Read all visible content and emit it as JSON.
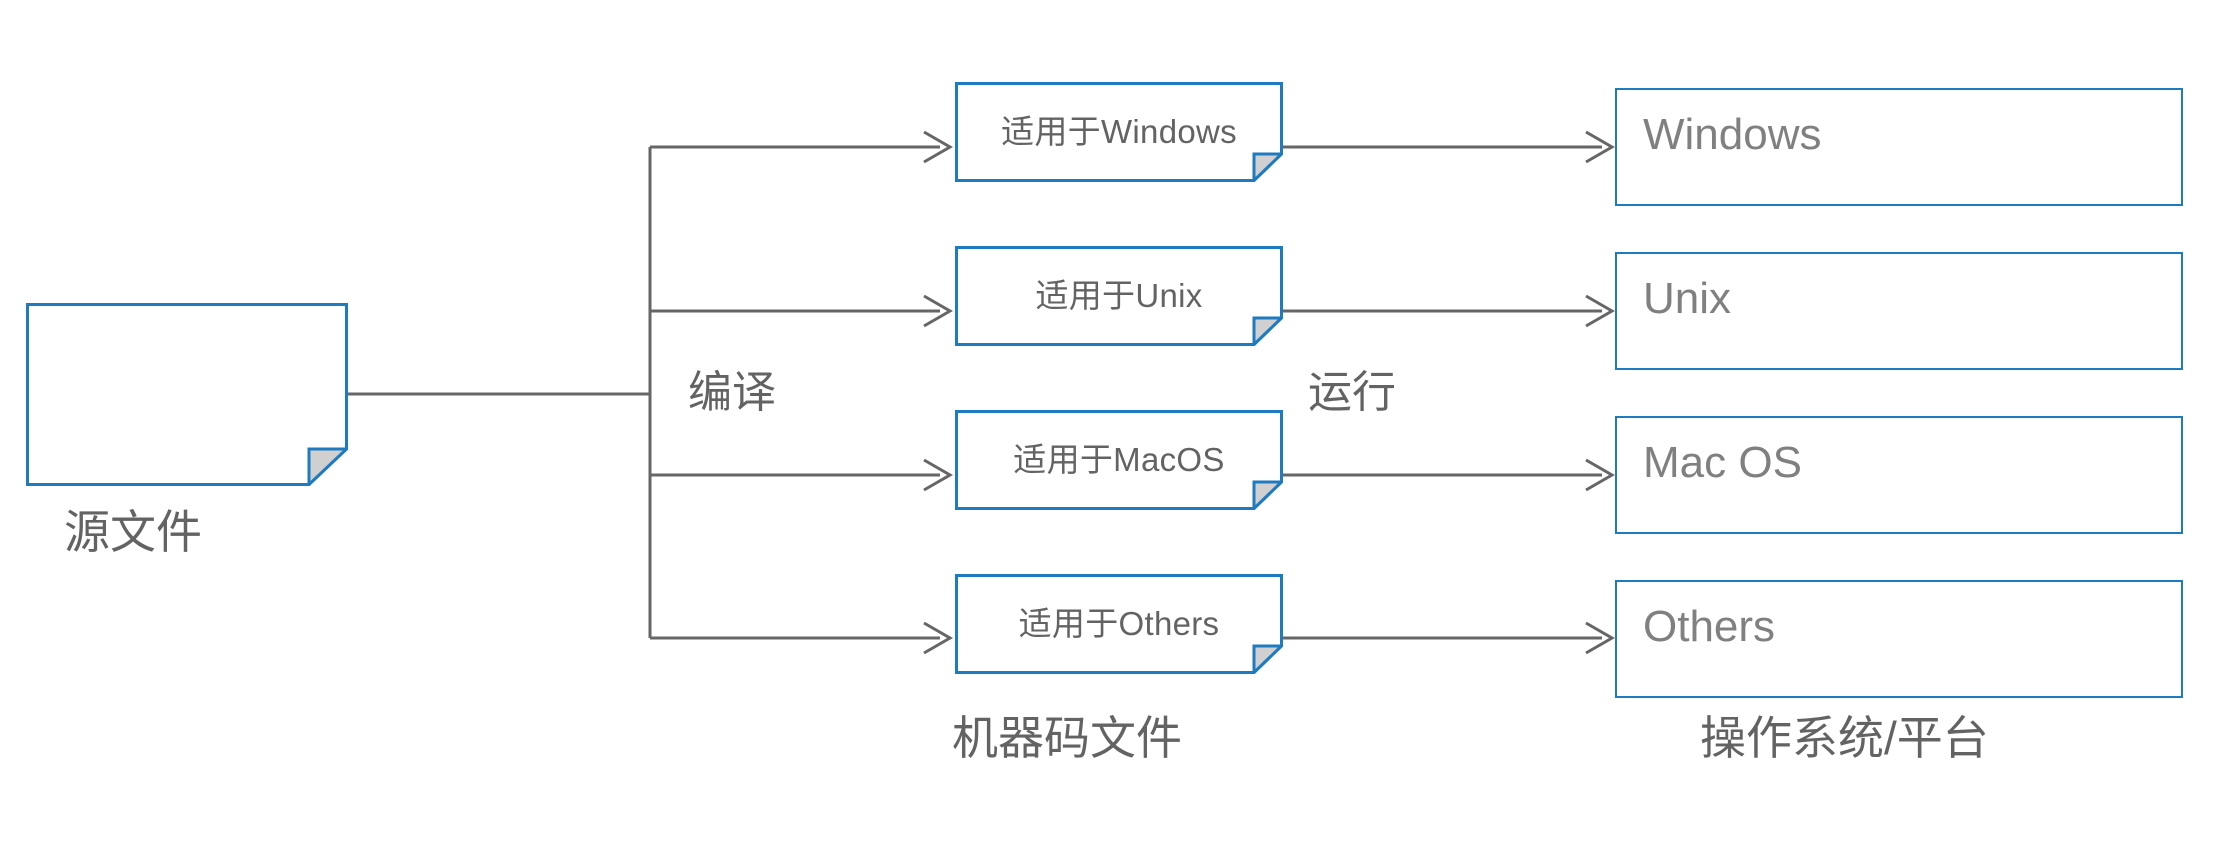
{
  "diagram": {
    "title": "源文件 编译 机器码文件 运行 操作系统/平台",
    "colors": {
      "shape_border": "#1f7bbf",
      "shape_fill": "#ffffff",
      "fold_fill": "#d0d0d0",
      "connector": "#666666",
      "text_gray": "#636363",
      "text_platform": "#808080",
      "background": "#ffffff"
    },
    "source": {
      "shape": "document-folded-corner",
      "label": "",
      "caption": "源文件"
    },
    "edge_labels": {
      "compile": "编译",
      "run": "运行"
    },
    "column_captions": {
      "machine_code": "机器码文件",
      "platform": "操作系统/平台"
    },
    "machine_code_files": [
      {
        "label": "适用于Windows"
      },
      {
        "label": "适用于Unix"
      },
      {
        "label": "适用于MacOS"
      },
      {
        "label": "适用于Others"
      }
    ],
    "platforms": [
      {
        "label": "Windows"
      },
      {
        "label": "Unix"
      },
      {
        "label": "Mac OS"
      },
      {
        "label": "Others"
      }
    ]
  }
}
